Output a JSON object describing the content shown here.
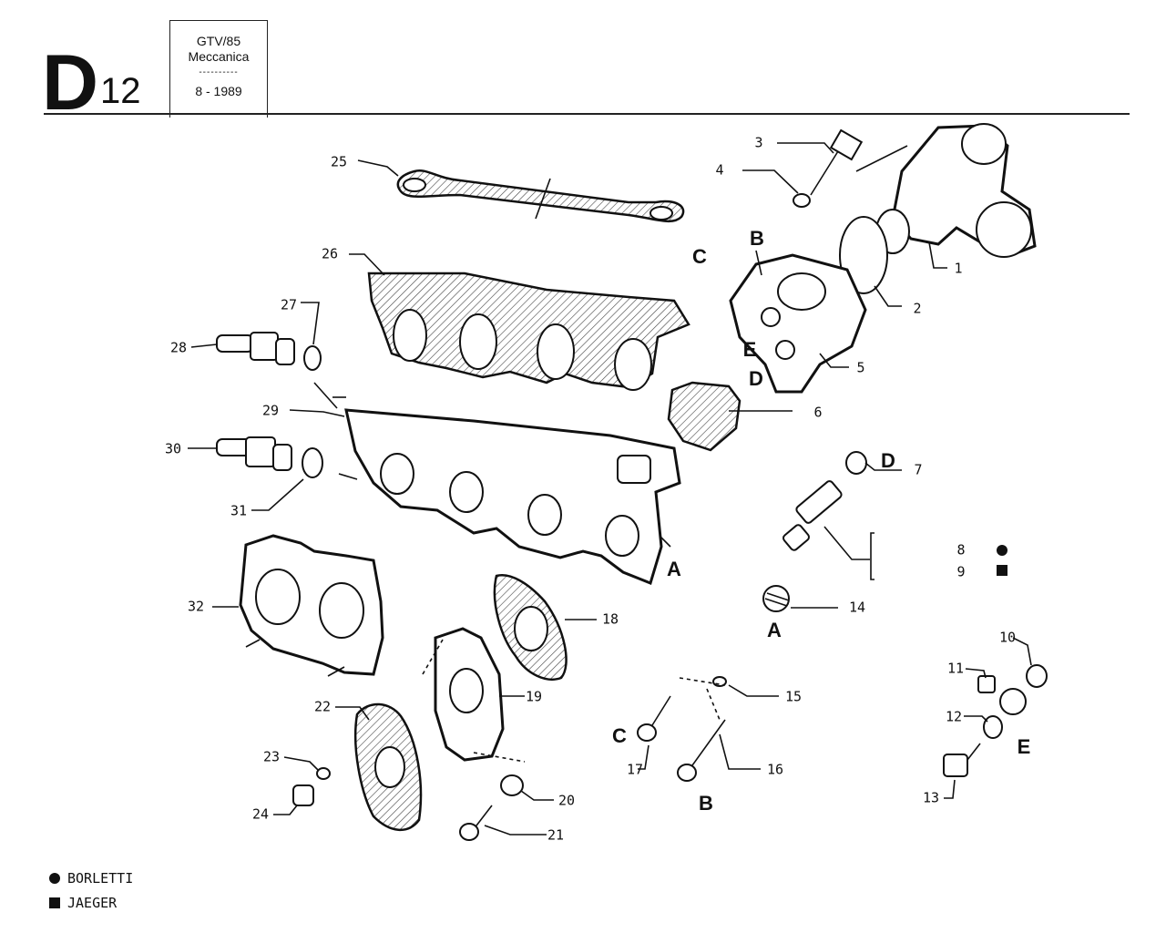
{
  "header": {
    "section_letter": "D",
    "section_number": "12",
    "model": "GTV/85",
    "group": "Meccanica",
    "divider": "----------",
    "date": "8 - 1989"
  },
  "callouts": [
    "1",
    "2",
    "3",
    "4",
    "5",
    "6",
    "7",
    "8",
    "9",
    "10",
    "11",
    "12",
    "13",
    "14",
    "15",
    "16",
    "17",
    "18",
    "19",
    "20",
    "21",
    "22",
    "23",
    "24",
    "25",
    "26",
    "27",
    "28",
    "29",
    "30",
    "31",
    "32"
  ],
  "reference_letters": {
    "A1": "A",
    "A2": "A",
    "B1": "B",
    "B2": "B",
    "C1": "C",
    "C2": "C",
    "D1": "D",
    "D2": "D",
    "E1": "E",
    "E2": "E"
  },
  "legend": [
    {
      "marker": "circle",
      "label": "BORLETTI"
    },
    {
      "marker": "square",
      "label": "JAEGER"
    }
  ]
}
